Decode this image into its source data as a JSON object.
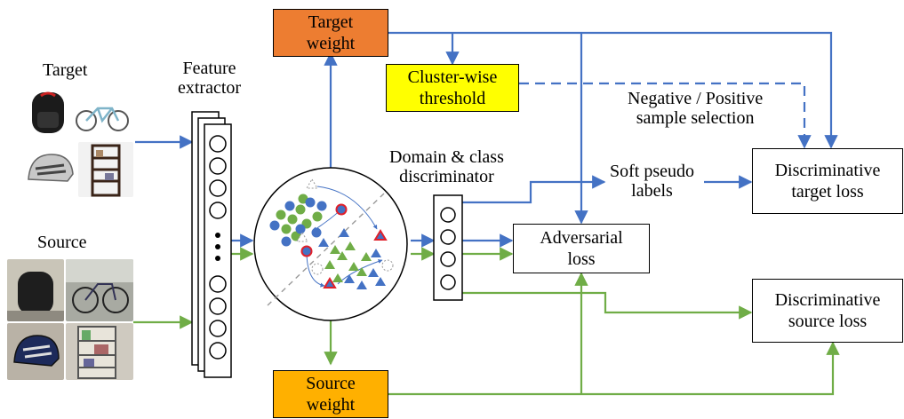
{
  "inputs": {
    "target_label": "Target",
    "source_label": "Source"
  },
  "feature_extractor": {
    "line1": "Feature",
    "line2": "extractor"
  },
  "discriminator": {
    "line1": "Domain & class",
    "line2": "discriminator"
  },
  "target_weight": {
    "line1": "Target",
    "line2": "weight"
  },
  "source_weight": {
    "line1": "Source",
    "line2": "weight"
  },
  "cluster_threshold": {
    "line1": "Cluster-wise",
    "line2": "threshold"
  },
  "sample_selection": {
    "line1": "Negative / Positive",
    "line2": "sample selection"
  },
  "soft_labels": {
    "line1": "Soft pseudo",
    "line2": "labels"
  },
  "adversarial_loss": {
    "line1": "Adversarial",
    "line2": "loss"
  },
  "disc_target_loss": {
    "line1": "Discriminative",
    "line2": "target loss"
  },
  "disc_source_loss": {
    "line1": "Discriminative",
    "line2": "source loss"
  },
  "colors": {
    "target_arrow": "#4472C4",
    "source_arrow": "#70AD47",
    "target_weight_fill": "#ED7D31",
    "source_weight_fill": "#FFB000",
    "threshold_fill": "#FFFF00",
    "cluster_green": "#70AD47",
    "cluster_blue": "#4472C4",
    "highlight_red": "#E0202A"
  }
}
